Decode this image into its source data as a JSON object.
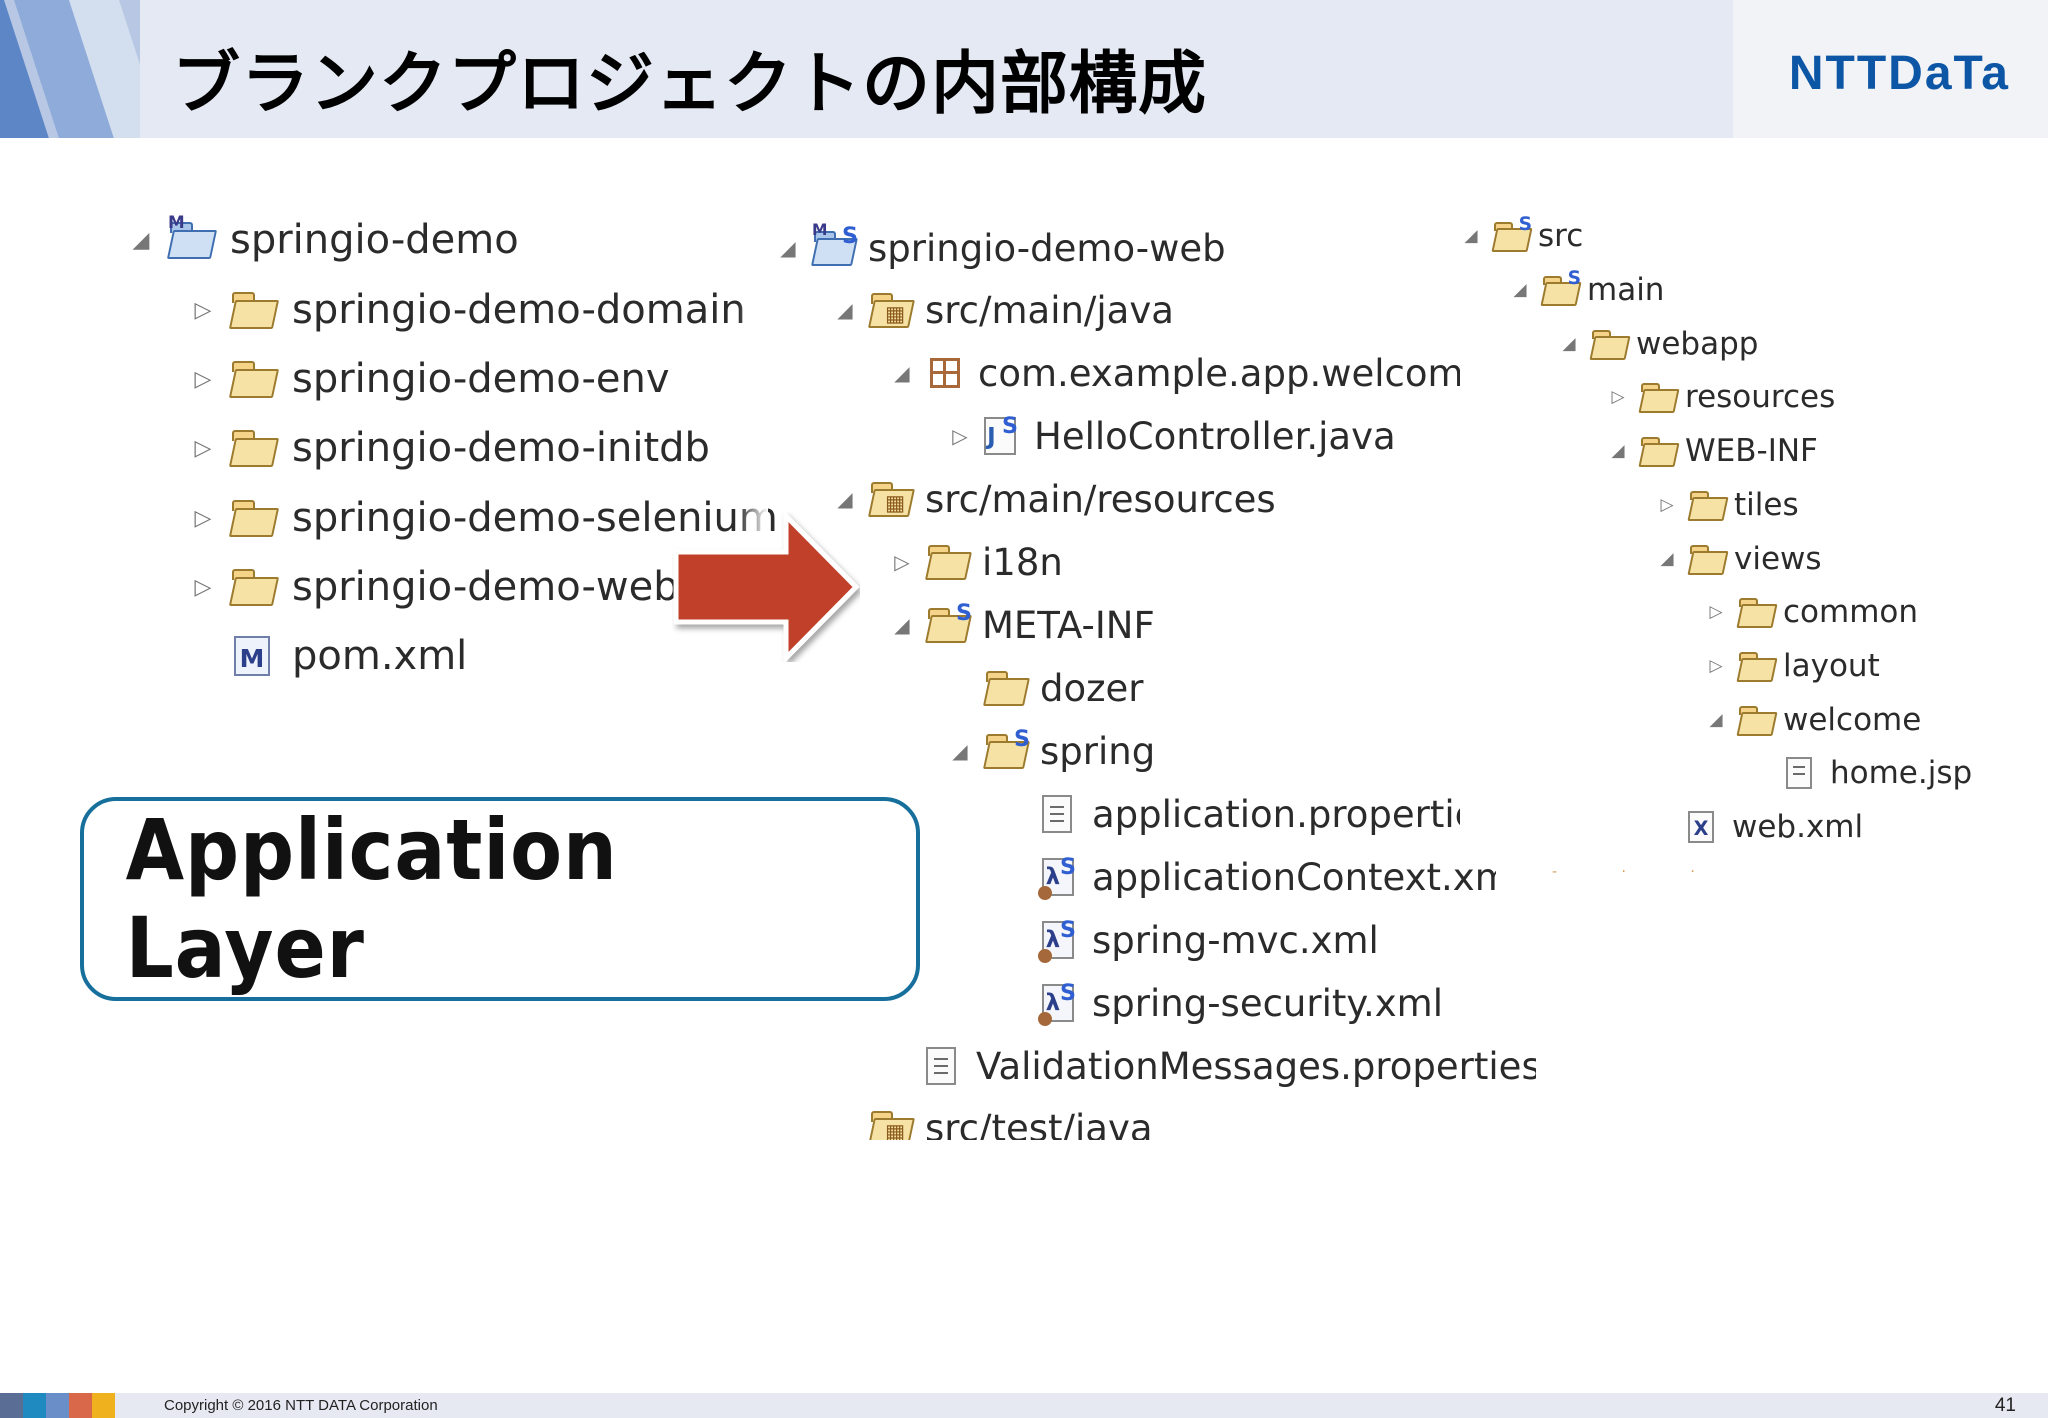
{
  "header": {
    "title": "ブランクプロジェクトの内部構成",
    "logo": "NTTDaTa"
  },
  "tree_parent": {
    "items": [
      {
        "label": "springio-demo",
        "toggle": "◢",
        "icon": "maven-project-icon"
      },
      {
        "label": "springio-demo-domain",
        "toggle": "▷",
        "icon": "folder-icon"
      },
      {
        "label": "springio-demo-env",
        "toggle": "▷",
        "icon": "folder-icon"
      },
      {
        "label": "springio-demo-initdb",
        "toggle": "▷",
        "icon": "folder-icon"
      },
      {
        "label": "springio-demo-selenium",
        "toggle": "▷",
        "icon": "folder-icon"
      },
      {
        "label": "springio-demo-web",
        "toggle": "▷",
        "icon": "folder-icon"
      },
      {
        "label": "pom.xml",
        "toggle": "",
        "icon": "pom-file-icon"
      }
    ]
  },
  "tree_web": {
    "items": [
      {
        "label": "springio-demo-web",
        "toggle": "◢"
      },
      {
        "label": "src/main/java",
        "toggle": "◢"
      },
      {
        "label": "com.example.app.welcome",
        "toggle": "◢"
      },
      {
        "label": "HelloController.java",
        "toggle": "▷"
      },
      {
        "label": "src/main/resources",
        "toggle": "◢"
      },
      {
        "label": "i18n",
        "toggle": "▷"
      },
      {
        "label": "META-INF",
        "toggle": "◢"
      },
      {
        "label": "dozer",
        "toggle": ""
      },
      {
        "label": "spring",
        "toggle": "◢"
      },
      {
        "label": "application.properties",
        "toggle": ""
      },
      {
        "label": "applicationContext.xml",
        "toggle": ""
      },
      {
        "label": "spring-mvc.xml",
        "toggle": ""
      },
      {
        "label": "spring-security.xml",
        "toggle": ""
      },
      {
        "label": "ValidationMessages.properties",
        "toggle": ""
      },
      {
        "label": "src/test/java",
        "toggle": ""
      }
    ]
  },
  "tree_src": {
    "items": [
      {
        "label": "src",
        "toggle": "◢"
      },
      {
        "label": "main",
        "toggle": "◢"
      },
      {
        "label": "webapp",
        "toggle": "◢"
      },
      {
        "label": "resources",
        "toggle": "▷"
      },
      {
        "label": "WEB-INF",
        "toggle": "◢"
      },
      {
        "label": "tiles",
        "toggle": "▷"
      },
      {
        "label": "views",
        "toggle": "◢"
      },
      {
        "label": "common",
        "toggle": "▷"
      },
      {
        "label": "layout",
        "toggle": "▷"
      },
      {
        "label": "welcome",
        "toggle": "◢"
      },
      {
        "label": "home.jsp",
        "toggle": ""
      },
      {
        "label": "web.xml",
        "toggle": ""
      }
    ]
  },
  "callout": {
    "label": "Application Layer"
  },
  "footer": {
    "copyright": "Copyright © 2016 NTT DATA Corporation",
    "page_number": "41"
  },
  "colors": {
    "arrow": "#c0402a",
    "callout_border": "#176f9c",
    "logo": "#0d56a5",
    "header_bg": "#e4e9f3"
  }
}
